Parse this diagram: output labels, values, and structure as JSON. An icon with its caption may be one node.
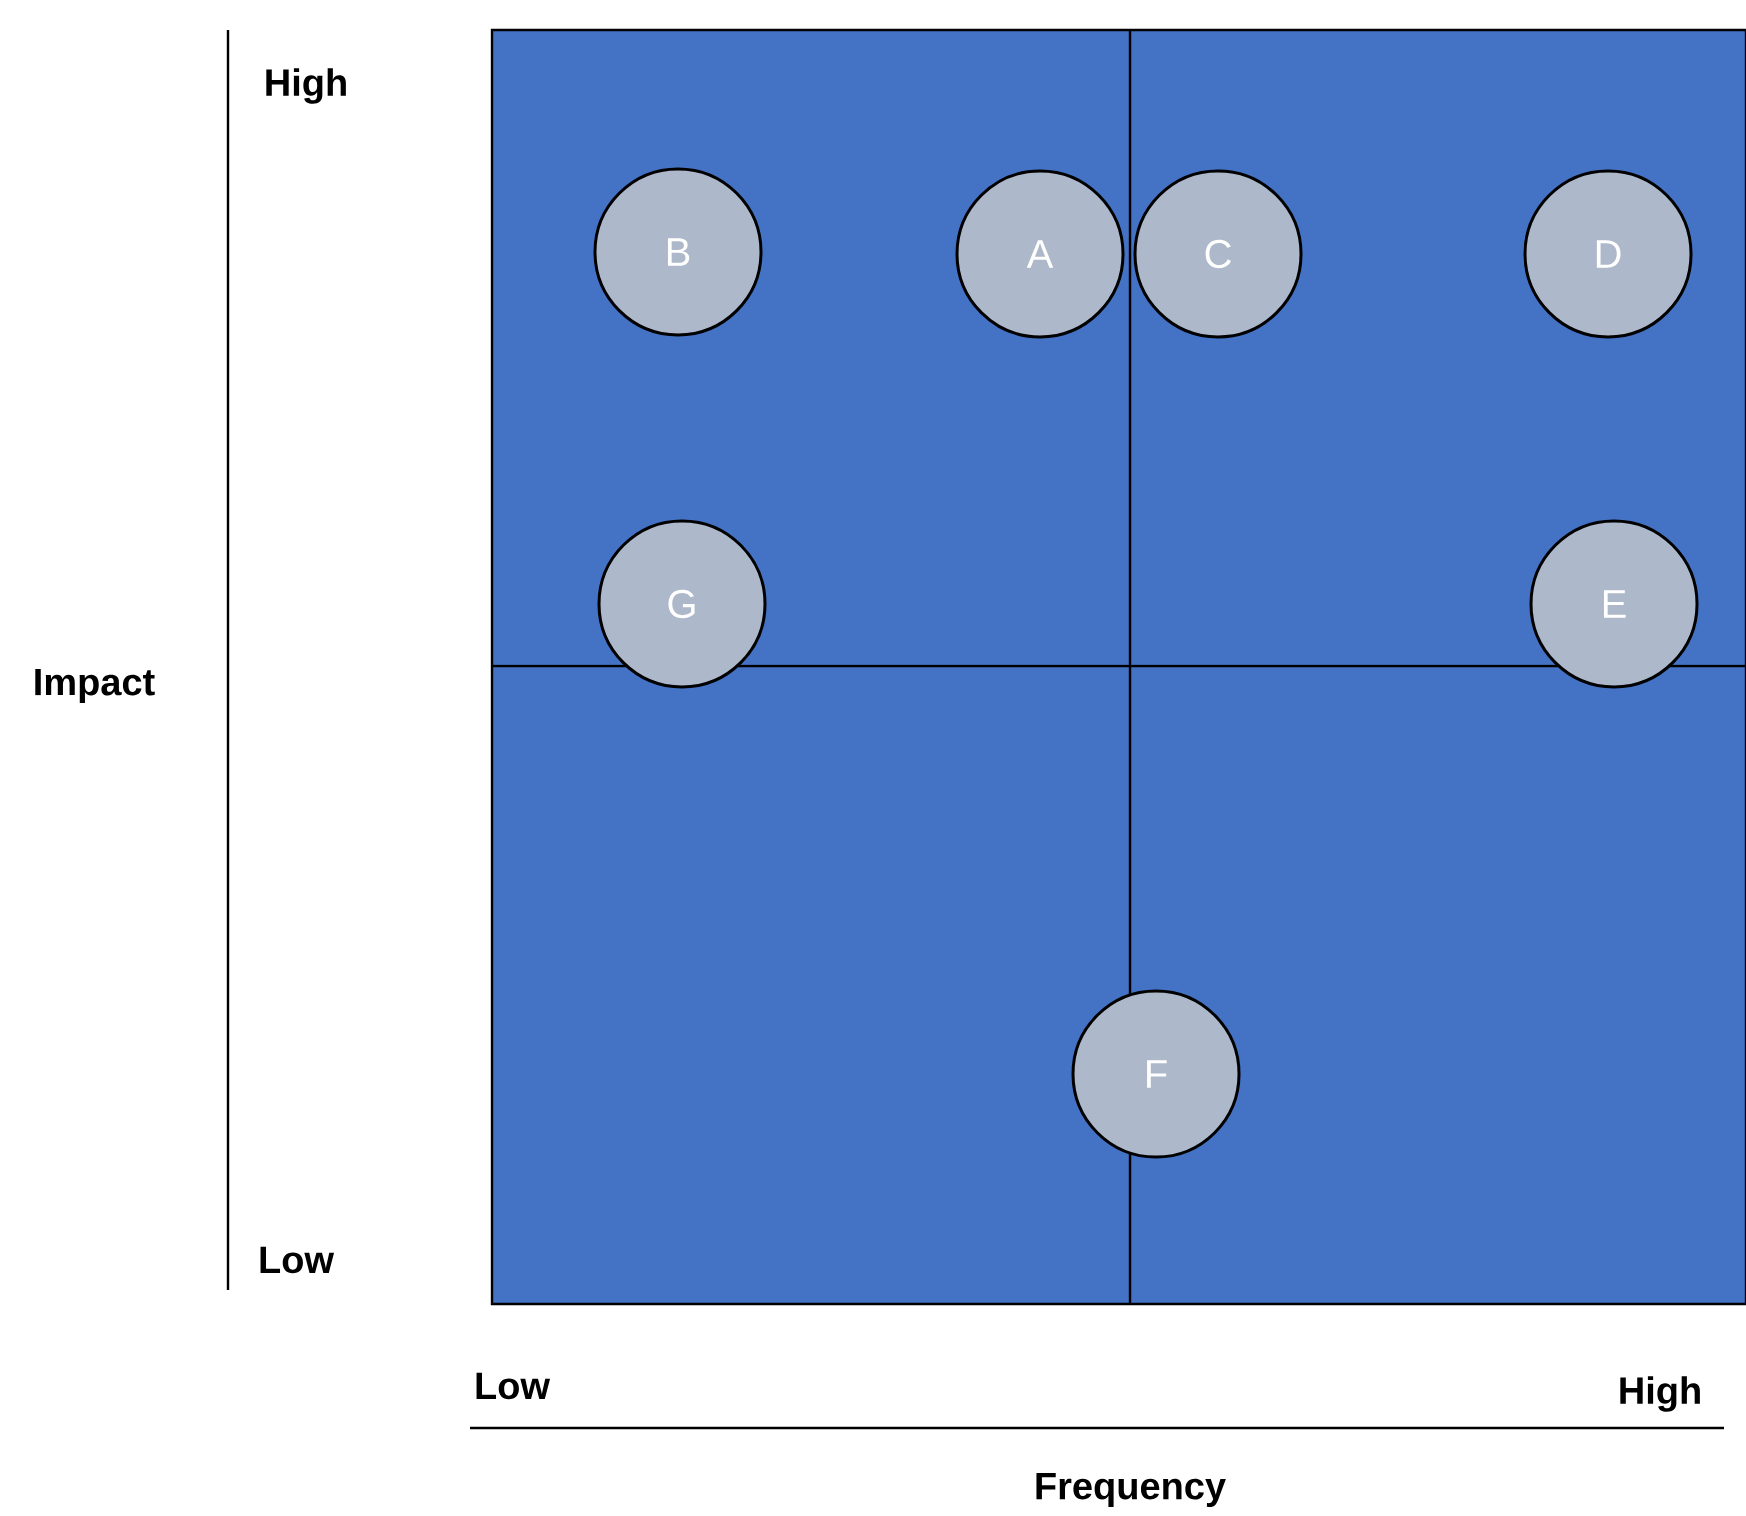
{
  "diagram": {
    "nodes": [
      {
        "text": [
          "B"
        ]
      },
      {
        "text": [
          "A"
        ]
      },
      {
        "text": [
          "C"
        ]
      },
      {
        "text": [
          "D"
        ]
      },
      {
        "text": [
          "G"
        ]
      },
      {
        "text": [
          "E"
        ]
      },
      {
        "text": [
          "F"
        ]
      }
    ],
    "labels": [
      "High",
      "Low",
      "Impact",
      "Low",
      "High",
      "Frequency"
    ]
  }
}
